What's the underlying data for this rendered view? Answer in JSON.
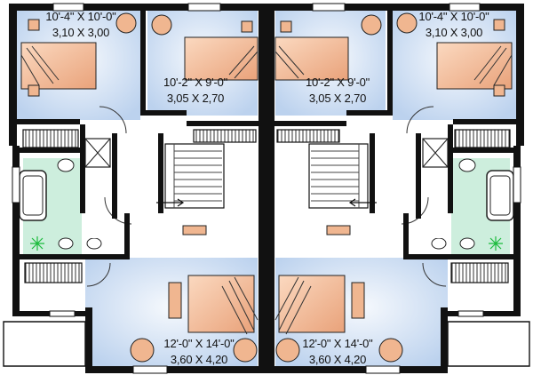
{
  "rooms": {
    "bedroom_tl": {
      "imperial": "10'-4\" X 10'-0\"",
      "metric": "3,10 X 3,00"
    },
    "bedroom_tc": {
      "imperial": "10'-2\" X 9'-0\"",
      "metric": "3,05 X 2,70"
    },
    "bedroom_mid_r": {
      "imperial": "10'-2\" X 9'-0\"",
      "metric": "3,05 X 2,70"
    },
    "bedroom_tr": {
      "imperial": "10'-4\" X 10'-0\"",
      "metric": "3,10 X 3,00"
    },
    "bedroom_bl": {
      "imperial": "12'-0\" X 14'-0\"",
      "metric": "3,60 X 4,20"
    },
    "bedroom_br": {
      "imperial": "12'-0\" X 14'-0\"",
      "metric": "3,60 X 4,20"
    }
  },
  "colors": {
    "wall": "#111111",
    "room_fill_light": "#eef4fb",
    "room_fill_mid": "#c9daf0",
    "bath_fill": "#c8f0d8",
    "furniture": "#f0b690",
    "hall_fill": "#ffffff"
  }
}
